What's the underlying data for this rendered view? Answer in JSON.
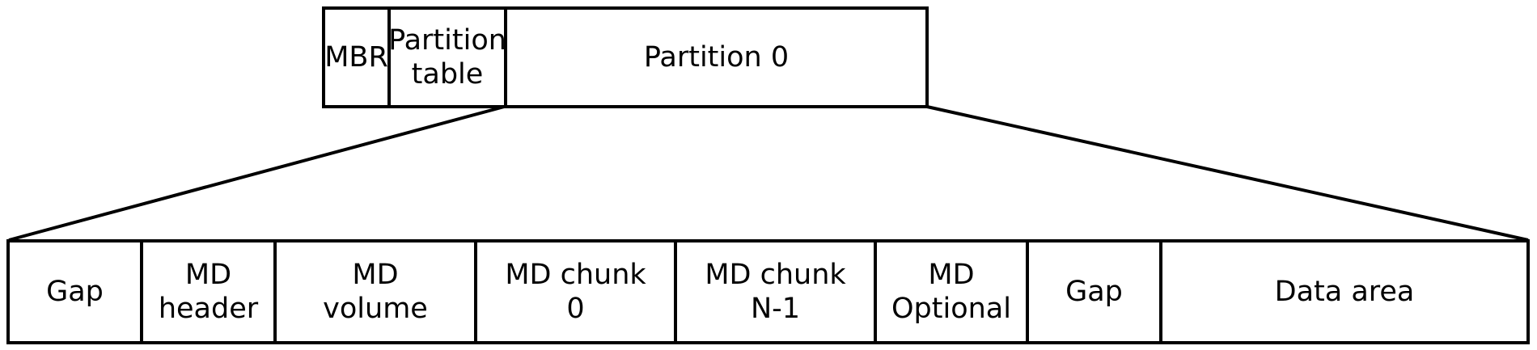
{
  "diagram": {
    "title": "disk layout: MBR partition expanded into MD detail",
    "colors": {
      "line": "#000000",
      "background": "#ffffff",
      "text": "#000000"
    },
    "top_row": {
      "cells": [
        {
          "label": "MBR"
        },
        {
          "label": "Partition\ntable"
        },
        {
          "label": "Partition 0"
        }
      ]
    },
    "bottom_row": {
      "cells": [
        {
          "label": "Gap"
        },
        {
          "label": "MD\nheader"
        },
        {
          "label": "MD\nvolume"
        },
        {
          "label": "MD chunk\n0"
        },
        {
          "label": "MD chunk\nN-1"
        },
        {
          "label": "MD\nOptional"
        },
        {
          "label": "Gap"
        },
        {
          "label": "Data area"
        }
      ]
    }
  }
}
